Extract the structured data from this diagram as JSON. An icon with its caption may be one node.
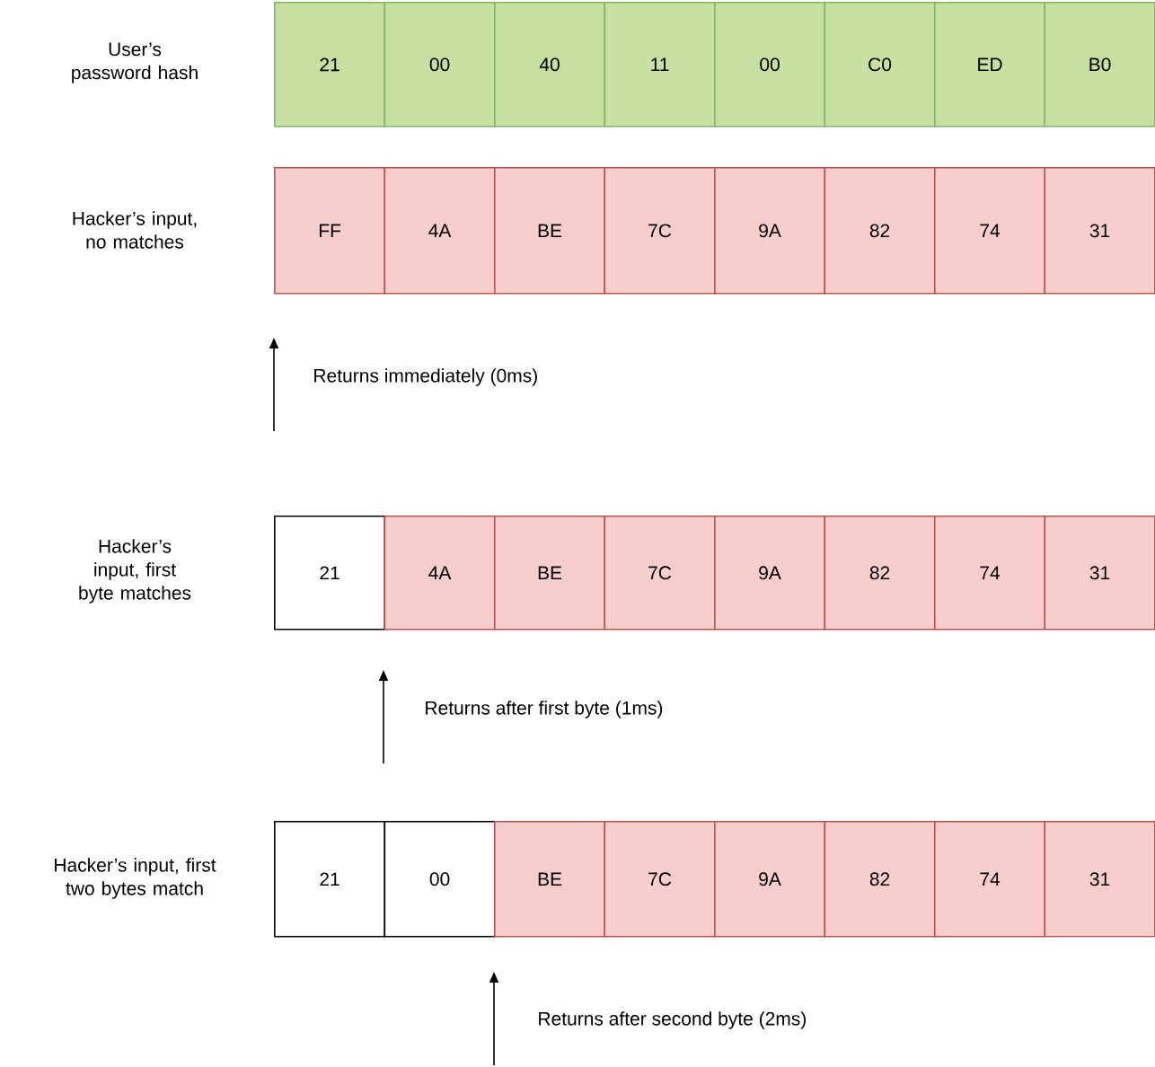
{
  "diagram": {
    "nodes": [
      {
        "text": [
          "21"
        ]
      },
      {
        "text": [
          "00"
        ]
      },
      {
        "text": [
          "40"
        ]
      },
      {
        "text": [
          "11"
        ]
      },
      {
        "text": [
          "00"
        ]
      },
      {
        "text": [
          "C0"
        ]
      },
      {
        "text": [
          "ED"
        ]
      },
      {
        "text": [
          "B0"
        ]
      },
      {
        "text": [
          "FF"
        ]
      },
      {
        "text": [
          "4A"
        ]
      },
      {
        "text": [
          "BE"
        ]
      },
      {
        "text": [
          "7C"
        ]
      },
      {
        "text": [
          "9A"
        ]
      },
      {
        "text": [
          "82"
        ]
      },
      {
        "text": [
          "74"
        ]
      },
      {
        "text": [
          "31"
        ]
      },
      {
        "text": [
          "21"
        ]
      },
      {
        "text": [
          "4A"
        ]
      },
      {
        "text": [
          "BE"
        ]
      },
      {
        "text": [
          "7C"
        ]
      },
      {
        "text": [
          "9A"
        ]
      },
      {
        "text": [
          "82"
        ]
      },
      {
        "text": [
          "74"
        ]
      },
      {
        "text": [
          "31"
        ]
      },
      {
        "text": [
          "21"
        ]
      },
      {
        "text": [
          "00"
        ]
      },
      {
        "text": [
          "BE"
        ]
      },
      {
        "text": [
          "7C"
        ]
      },
      {
        "text": [
          "9A"
        ]
      },
      {
        "text": [
          "82"
        ]
      },
      {
        "text": [
          "74"
        ]
      },
      {
        "text": [
          "31"
        ]
      }
    ],
    "labels": [
      "User’s password hash",
      "Hacker’s input, no matches",
      "Returns immediately (0ms)",
      "Hacker’s input, first byte matches",
      "Returns after first byte (1ms)",
      "Hacker’s input, first two bytes match",
      "Returns after second byte (2ms)"
    ]
  }
}
